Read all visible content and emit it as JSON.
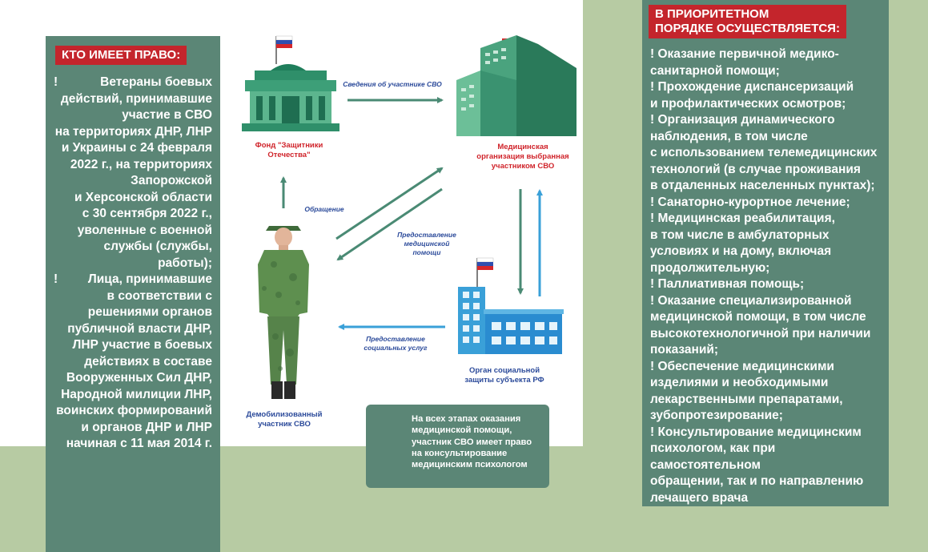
{
  "left_panel": {
    "title": "КТО ИМЕЕТ ПРАВО:",
    "bullet": "!",
    "items": [
      "Ветераны боевых\nдействий, принимавшие\nучастие в СВО\nна территориях ДНР, ЛНР\nи Украины с 24 февраля\n2022 г., на территориях\nЗапорожской\nи Херсонской области\nс 30 сентября 2022 г.,\nуволенные с военной\nслужбы (службы,\nработы);",
      "Лица, принимавшие\nв соответствии с\nрешениями органов\nпубличной власти ДНР,\nЛНР участие в боевых\nдействиях в составе\nВооруженных Сил ДНР,\nНародной милиции ЛНР,\nвоинских формирований\nи органов ДНР и ЛНР\nначиная с 11 мая 2014 г."
    ]
  },
  "right_panel": {
    "title": "В ПРИОРИТЕТНОМ\nПОРЯДКЕ ОСУЩЕСТВЛЯЕТСЯ:",
    "items": [
      "!      Оказание первичной медико-\nсанитарной помощи;",
      "!      Прохождение диспансеризаций\nи профилактических осмотров;",
      "!      Организация динамического\nнаблюдения, в том числе\nс использованием телемедицинских\nтехнологий (в случае проживания\nв отдаленных населенных пунктах);",
      "!      Санаторно-курортное лечение;",
      "!      Медицинская реабилитация,\nв том числе в амбулаторных\nусловиях и на дому, включая\nпродолжительную;",
      "!      Паллиативная помощь;",
      "!      Оказание специализированной\nмедицинской помощи, в том числе\nвысокотехнологичной при наличии\nпоказаний;",
      "!      Обеспечение медицинскими\nизделиями и необходимыми\nлекарственными препаратами,\nзубопротезирование;",
      "!      Консультирование медицинским\nпсихологом, как при самостоятельном\nобращении, так и по направлению\nлечащего врача"
    ]
  },
  "diagram": {
    "fund_caption": "Фонд \"Защитники\nОтечества\"",
    "medical_caption": "Медицинская\nорганизация выбранная\nучастником СВО",
    "social_caption": "Орган социальной\nзащиты субъекта РФ",
    "soldier_caption": "Демобилизованный\nучастник СВО",
    "arrow_info": "Сведения об участнике СВО",
    "arrow_appeal": "Обращение",
    "arrow_medical_help": "Предоставление\nмедицинской\nпомощи",
    "arrow_social_services": "Предоставление\nсоциальных услуг"
  },
  "alert": {
    "text": "На всех этапах оказания\nмедицинской помощи,\nучастник СВО имеет право\nна консультирование\nмедицинским психологом"
  },
  "colors": {
    "panel": "#5b8676",
    "title_red": "#c4252c",
    "background": "#b7cba3",
    "diagram_text": "#2b4a9a",
    "arrow": "#4a8a74",
    "arrow_blue": "#3aa0d8"
  }
}
